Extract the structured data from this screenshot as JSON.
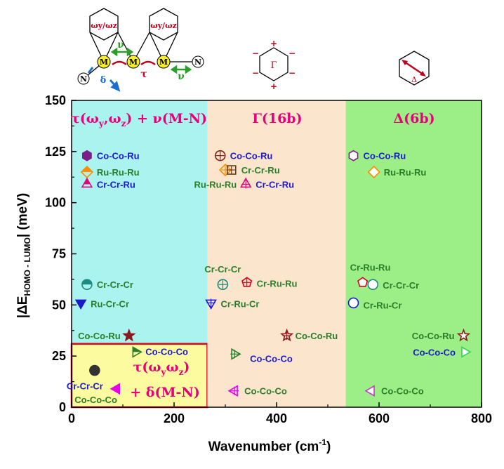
{
  "chart_data": {
    "type": "scatter",
    "xlabel_main": "Wavenumber (cm",
    "xlabel_sup": "-1",
    "xlabel_end": ")",
    "ylabel_parts": {
      "pre": "|ΔE",
      "sub": "HOMO - LUMO",
      "post": "| (meV)"
    },
    "xlim": [
      0,
      800
    ],
    "ylim": [
      0,
      150
    ],
    "xticks": [
      0,
      200,
      400,
      600,
      800
    ],
    "yticks": [
      0,
      25,
      50,
      75,
      100,
      125,
      150
    ],
    "regions": [
      {
        "name": "tau-nu",
        "x": [
          0,
          265
        ],
        "y": [
          31,
          150
        ],
        "color": "#aaf3ef"
      },
      {
        "name": "tau-delta",
        "x": [
          0,
          265
        ],
        "y": [
          0,
          31
        ],
        "color": "#fdfba0",
        "border": "#e0001b"
      },
      {
        "name": "gamma",
        "x": [
          265,
          535
        ],
        "y": [
          0,
          150
        ],
        "color": "#fbe5cc"
      },
      {
        "name": "delta",
        "x": [
          535,
          800
        ],
        "y": [
          0,
          150
        ],
        "color": "#9cef86"
      }
    ],
    "region_labels": {
      "tau_nu": {
        "pre": "τ(ω",
        "s1": "y",
        "mid": ",ω",
        "s2": "z",
        "post": ") + ν(M-N)"
      },
      "tau_delta_1": {
        "pre": "τ(ω",
        "s1": "y",
        "mid": "ω",
        "s2": "z",
        "post": ")"
      },
      "tau_delta_2": "+ δ(M-N)",
      "gamma": "Γ(16b)",
      "delta": "Δ(6b)"
    },
    "points": [
      {
        "x": 30,
        "y": 123,
        "marker": "hexagon",
        "fill": "#7a1f8a",
        "stroke": "#7a1f8a",
        "label": "Co-Co-Ru",
        "label_color": "#1a1acc",
        "label_dx": 14,
        "label_dy": 5,
        "label_anchor": "start"
      },
      {
        "x": 30,
        "y": 115,
        "marker": "diamond-half",
        "fill": "#ff8c00",
        "stroke": "#ff8c00",
        "label": "Ru-Ru-Ru",
        "label_color": "#2a7d2a",
        "label_dx": 14,
        "label_dy": 5,
        "label_anchor": "start"
      },
      {
        "x": 30,
        "y": 109,
        "marker": "triangle-up-half",
        "fill": "#e8007a",
        "stroke": "#e8007a",
        "label": "Cr-Cr-Ru",
        "label_color": "#1a1acc",
        "label_dx": 14,
        "label_dy": 5,
        "label_anchor": "start"
      },
      {
        "x": 30,
        "y": 60,
        "marker": "circle-half",
        "fill": "#1c8c80",
        "stroke": "#1c8c80",
        "label": "Cr-Cr-Cr",
        "label_color": "#2a7d2a",
        "label_dx": 14,
        "label_dy": 5,
        "label_anchor": "start"
      },
      {
        "x": 18,
        "y": 51,
        "marker": "triangle-down",
        "fill": "#1a1acc",
        "stroke": "#1a1acc",
        "label": "Ru-Cr-Cr",
        "label_color": "#2a7d2a",
        "label_dx": 14,
        "label_dy": 6,
        "label_anchor": "start"
      },
      {
        "x": 112,
        "y": 35,
        "marker": "star",
        "fill": "#8b1a1a",
        "stroke": "#8b1a1a",
        "label": "Co-Co-Ru",
        "label_color": "#2a7d2a",
        "label_dx": -12,
        "label_dy": 5,
        "label_anchor": "end"
      },
      {
        "x": 125,
        "y": 27,
        "marker": "triangle-right-half",
        "fill": "#2a7d2a",
        "stroke": "#2a7d2a",
        "label": "Co-Co-Co",
        "label_color": "#1a1acc",
        "label_dx": 14,
        "label_dy": 4,
        "label_anchor": "start"
      },
      {
        "x": 45,
        "y": 18,
        "marker": "circle",
        "fill": "#333333",
        "stroke": "#333333",
        "label": "Cr-Cr-Cr",
        "label_color": "#1a1acc",
        "label_dx": -40,
        "label_dy": 27,
        "label_anchor": "start"
      },
      {
        "x": 88,
        "y": 9,
        "marker": "triangle-left",
        "fill": "#e800e8",
        "stroke": "#e800e8",
        "label": "Co-Co-Co",
        "label_color": "#2a7d2a",
        "label_dx": -60,
        "label_dy": 20,
        "label_anchor": "start"
      },
      {
        "x": 290,
        "y": 123,
        "marker": "circle-plus",
        "fill": "none",
        "stroke": "#8b1a1a",
        "label": "Co-Co-Ru",
        "label_color": "#1a1acc",
        "label_dx": 14,
        "label_dy": 5,
        "label_anchor": "start"
      },
      {
        "x": 300,
        "y": 116,
        "marker": "diamond-plus",
        "fill": "none",
        "stroke": "#ff8c00",
        "label": "",
        "label_color": "#1a1acc",
        "label_dx": 0,
        "label_dy": 0,
        "label_anchor": "start"
      },
      {
        "x": 312,
        "y": 116,
        "marker": "square-plus",
        "fill": "none",
        "stroke": "#6b3a1a",
        "label": "Cr-Cr-Ru",
        "label_color": "#2a7d2a",
        "label_dx": 14,
        "label_dy": 5,
        "label_anchor": "start"
      },
      {
        "x": 340,
        "y": 109,
        "marker": "triangle-up-plus",
        "fill": "none",
        "stroke": "#e8007a",
        "label": "Cr-Cr-Ru",
        "label_color": "#1a1acc",
        "label_dx": 14,
        "label_dy": 5,
        "label_anchor": "start"
      },
      {
        "x": 340,
        "y": 109,
        "marker": "none",
        "fill": "none",
        "stroke": "none",
        "label": "Ru-Ru-Ru",
        "label_color": "#2a7d2a",
        "label_dx": -13,
        "label_dy": 5,
        "label_anchor": "end"
      },
      {
        "x": 295,
        "y": 60,
        "marker": "circle-plus",
        "fill": "none",
        "stroke": "#1c8c80",
        "label": "Cr-Cr-Cr",
        "label_color": "#2a7d2a",
        "label_dx": -26,
        "label_dy": -17,
        "label_anchor": "start"
      },
      {
        "x": 342,
        "y": 61,
        "marker": "pentagon-plus",
        "fill": "none",
        "stroke": "#e0001b",
        "label": "Cr-Ru-Ru",
        "label_color": "#2a7d2a",
        "label_dx": 14,
        "label_dy": 6,
        "label_anchor": "start"
      },
      {
        "x": 272,
        "y": 51,
        "marker": "triangle-down-plus",
        "fill": "none",
        "stroke": "#1a1acc",
        "label": "Cr-Ru-Cr",
        "label_color": "#2a7d2a",
        "label_dx": 14,
        "label_dy": 6,
        "label_anchor": "start"
      },
      {
        "x": 420,
        "y": 35,
        "marker": "star-plus",
        "fill": "none",
        "stroke": "#8b1a1a",
        "label": "Co-Co-Ru",
        "label_color": "#2a7d2a",
        "label_dx": 12,
        "label_dy": 5,
        "label_anchor": "start"
      },
      {
        "x": 318,
        "y": 26,
        "marker": "triangle-right-plus",
        "fill": "none",
        "stroke": "#2a7d2a",
        "label": "Co-Co-Co",
        "label_color": "#1a1acc",
        "label_dx": 22,
        "label_dy": 11,
        "label_anchor": "start"
      },
      {
        "x": 318,
        "y": 8,
        "marker": "triangle-left-plus",
        "fill": "none",
        "stroke": "#e800e8",
        "label": "Co-Co-Co",
        "label_color": "#2a7d2a",
        "label_dx": 14,
        "label_dy": 5,
        "label_anchor": "start"
      },
      {
        "x": 550,
        "y": 123,
        "marker": "hexagon",
        "fill": "#ffffff",
        "stroke": "#7a1f8a",
        "label": "Co-Co-Ru",
        "label_color": "#1a1acc",
        "label_dx": 14,
        "label_dy": 5,
        "label_anchor": "start"
      },
      {
        "x": 590,
        "y": 115,
        "marker": "diamond",
        "fill": "#ffffff",
        "stroke": "#ff8c00",
        "label": "Ru-Ru-Ru",
        "label_color": "#2a7d2a",
        "label_dx": 14,
        "label_dy": 5,
        "label_anchor": "start"
      },
      {
        "x": 568,
        "y": 61,
        "marker": "pentagon",
        "fill": "#ffffff",
        "stroke": "#e0001b",
        "label": "Cr-Ru-Ru",
        "label_color": "#2a7d2a",
        "label_dx": -18,
        "label_dy": -17,
        "label_anchor": "start"
      },
      {
        "x": 588,
        "y": 60,
        "marker": "circle",
        "fill": "#ffffff",
        "stroke": "#1c8c80",
        "label": "Cr-Cr-Cr",
        "label_color": "#2a7d2a",
        "label_dx": 14,
        "label_dy": 6,
        "label_anchor": "start"
      },
      {
        "x": 550,
        "y": 51,
        "marker": "circle",
        "fill": "#ffffff",
        "stroke": "#1a1acc",
        "label": "Cr-Ru-Cr",
        "label_color": "#2a7d2a",
        "label_dx": 14,
        "label_dy": 8,
        "label_anchor": "start"
      },
      {
        "x": 765,
        "y": 35,
        "marker": "star",
        "fill": "#ffffff",
        "stroke": "#8b1a1a",
        "label": "Co-Co-Ru",
        "label_color": "#2a7d2a",
        "label_dx": -13,
        "label_dy": 5,
        "label_anchor": "end"
      },
      {
        "x": 767,
        "y": 27,
        "marker": "triangle-right",
        "fill": "#ffffff",
        "stroke": "#2fd65a",
        "label": "Co-Co-Co",
        "label_color": "#1a1acc",
        "label_dx": -13,
        "label_dy": 5,
        "label_anchor": "end"
      },
      {
        "x": 585,
        "y": 8,
        "marker": "triangle-left",
        "fill": "#ffffff",
        "stroke": "#c040c0",
        "label": "Co-Co-Co",
        "label_color": "#2a7d2a",
        "label_dx": 14,
        "label_dy": 5,
        "label_anchor": "start"
      }
    ]
  },
  "diagram": {
    "hex_label_1": "ωy/ωz",
    "hex_label_2": "ωy/ωz",
    "metal": "M",
    "nitrogen": "N",
    "nu": "ν",
    "tau": "τ",
    "delta_mode": "δ",
    "gamma": "Γ",
    "delta": "Δ",
    "plus": "+",
    "minus": "−"
  }
}
